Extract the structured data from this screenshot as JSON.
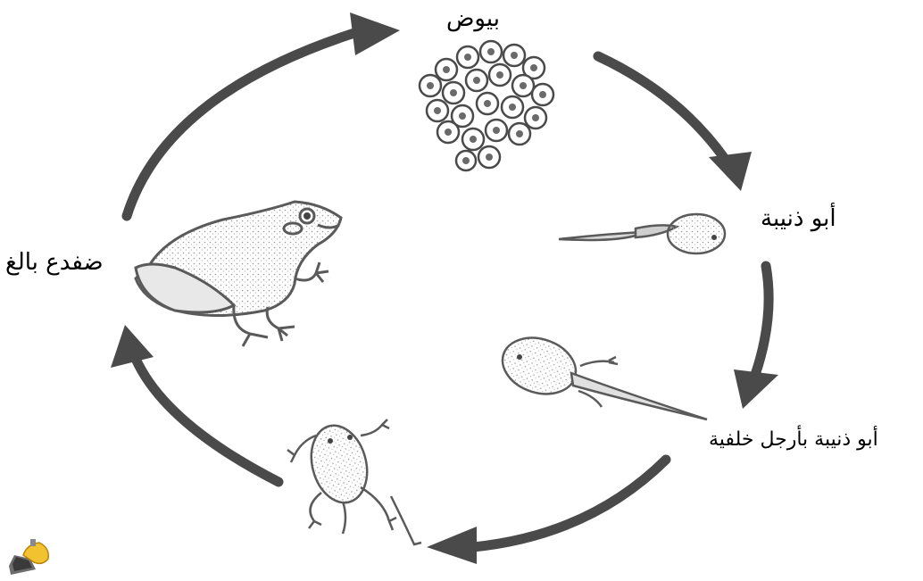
{
  "diagram": {
    "stages": {
      "eggs": "بيوض",
      "tadpole": "أبو ذنيبة",
      "tadpole_with_legs": "أبو ذنيبة بأرجل خلفية",
      "adult_frog": "ضفدع بالغ"
    },
    "icons": {
      "eggs": "frog-eggs-icon",
      "tadpole": "tadpole-icon",
      "tadpole_with_legs": "tadpole-with-legs-icon",
      "froglet": "froglet-icon",
      "adult_frog": "adult-frog-icon",
      "corner": "speaker-icon"
    },
    "colors": {
      "arrow": "#4a4a4a",
      "stroke": "#5a5a5a",
      "background": "#ffffff"
    }
  }
}
